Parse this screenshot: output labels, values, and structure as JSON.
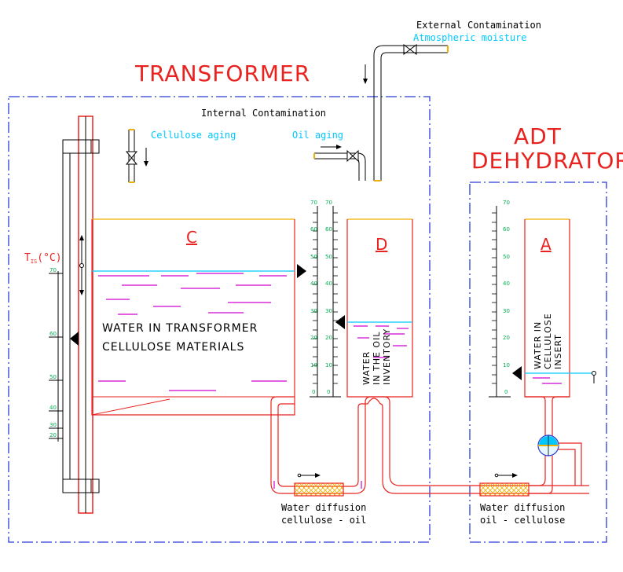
{
  "labels": {
    "external_contamination": "External Contamination",
    "atmospheric_moisture": "Atmospheric moisture",
    "transformer": "TRANSFORMER",
    "internal_contamination": "Internal Contamination",
    "cellulose_aging": "Cellulose aging",
    "oil_aging": "Oil aging",
    "adt": "ADT",
    "dehydrator": "DEHYDRATOR",
    "tis": "T",
    "tis_sub": "IS",
    "tis_unit": "(°C)",
    "vessel_c": "C",
    "vessel_d": "D",
    "vessel_a": "A",
    "water_transformer_line1": "WATER IN TRANSFORMER",
    "water_transformer_line2": "CELLULOSE MATERIALS",
    "water_oil_line1": "WATER",
    "water_oil_line2": "IN THE OIL",
    "water_oil_line3": "INVENTORY",
    "water_insert_line1": "WATER IN",
    "water_insert_line2": "CELLULOSE",
    "water_insert_line3": "INSERT",
    "diffusion_left_line1": "Water diffusion",
    "diffusion_left_line2": "cellulose - oil",
    "diffusion_right_line1": "Water diffusion",
    "diffusion_right_line2": "oil - cellulose"
  },
  "scales": {
    "left_temp_ticks": [
      "70",
      "60",
      "50",
      "40",
      "30",
      "20"
    ],
    "middle_left_ticks": [
      "70",
      "60",
      "50",
      "40",
      "30",
      "20",
      "10",
      "0"
    ],
    "middle_right_ticks": [
      "70",
      "60",
      "50",
      "40",
      "30",
      "20",
      "10",
      "0"
    ],
    "right_ticks": [
      "70",
      "60",
      "50",
      "40",
      "30",
      "20",
      "10",
      "0"
    ]
  },
  "colors": {
    "red": "#e8231f",
    "cyan": "#00c8ff",
    "blue_dash": "#2a3bd6",
    "magenta": "#d000d0",
    "orange": "#f0b000",
    "green": "#00b050"
  }
}
